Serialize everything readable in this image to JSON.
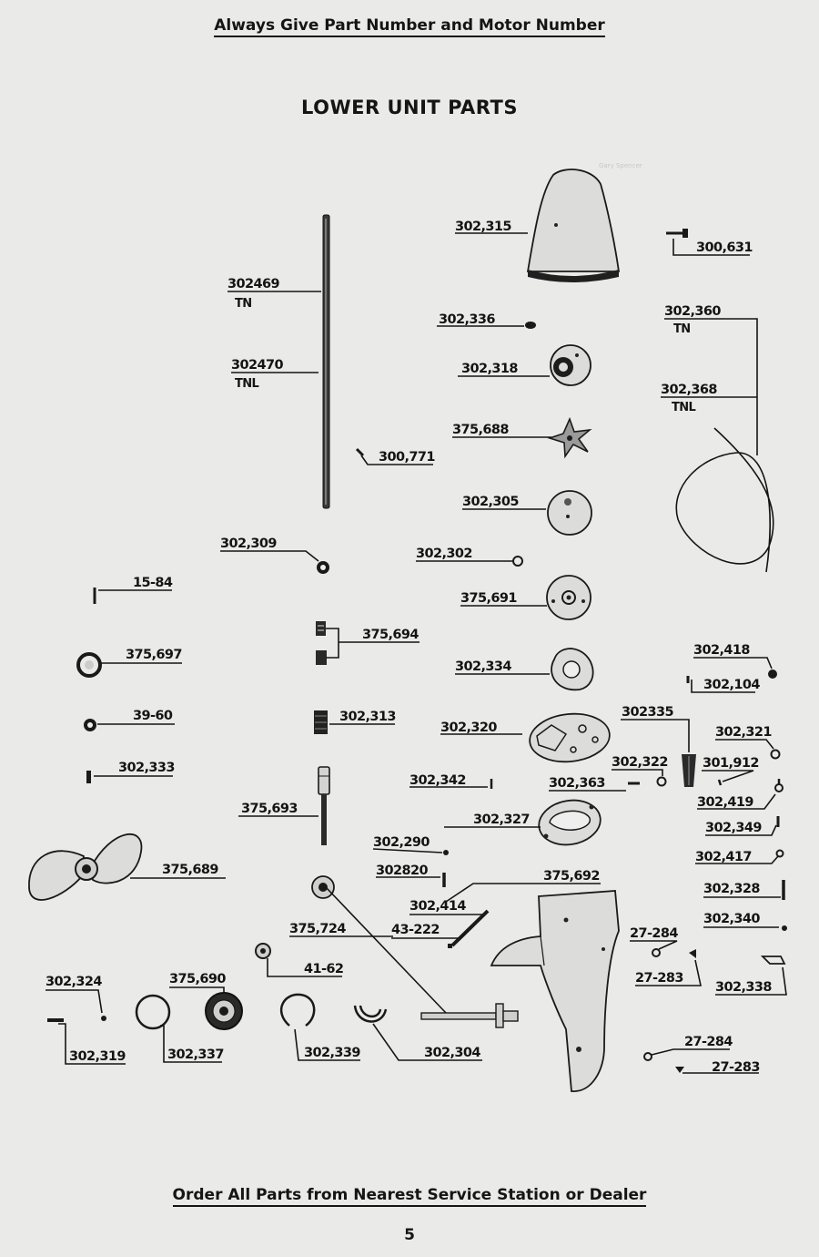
{
  "header": "Always Give Part Number and Motor Number",
  "title": "LOWER UNIT PARTS",
  "footer": "Order All Parts from Nearest Service Station or Dealer",
  "page_number": "5",
  "watermark": "Gary Spencer",
  "labels": {
    "l1": "302,315",
    "l2": "300,631",
    "l3": "302469",
    "l3s": "TN",
    "l4": "302470",
    "l4s": "TNL",
    "l5": "302,336",
    "l6": "302,318",
    "l7": "302,360",
    "l7s": "TN",
    "l8": "302,368",
    "l8s": "TNL",
    "l9": "375,688",
    "l10": "300,771",
    "l11": "302,305",
    "l12": "302,309",
    "l13": "302,302",
    "l14": "15-84",
    "l15": "375,691",
    "l16": "375,694",
    "l17": "375,697",
    "l18": "302,334",
    "l19": "302,418",
    "l20": "302,104",
    "l21": "39-60",
    "l22": "302,313",
    "l23": "302335",
    "l24": "302,320",
    "l25": "302,321",
    "l26": "302,333",
    "l27": "302,322",
    "l28": "301,912",
    "l29": "302,342",
    "l30": "302,363",
    "l31": "302,419",
    "l32": "375,693",
    "l33": "302,327",
    "l34": "302,349",
    "l35": "302,290",
    "l36": "302,417",
    "l37": "302820",
    "l38": "375,689",
    "l39": "375,692",
    "l40": "302,328",
    "l41": "302,414",
    "l42": "302,340",
    "l43": "375,724",
    "l44": "43-222",
    "l45": "27-284",
    "l46": "41-62",
    "l47": "27-283",
    "l48": "302,338",
    "l49": "302,324",
    "l50": "375,690",
    "l51": "302,319",
    "l52": "302,337",
    "l53": "302,339",
    "l54": "302,304",
    "l55": "27-284",
    "l56": "27-283"
  }
}
